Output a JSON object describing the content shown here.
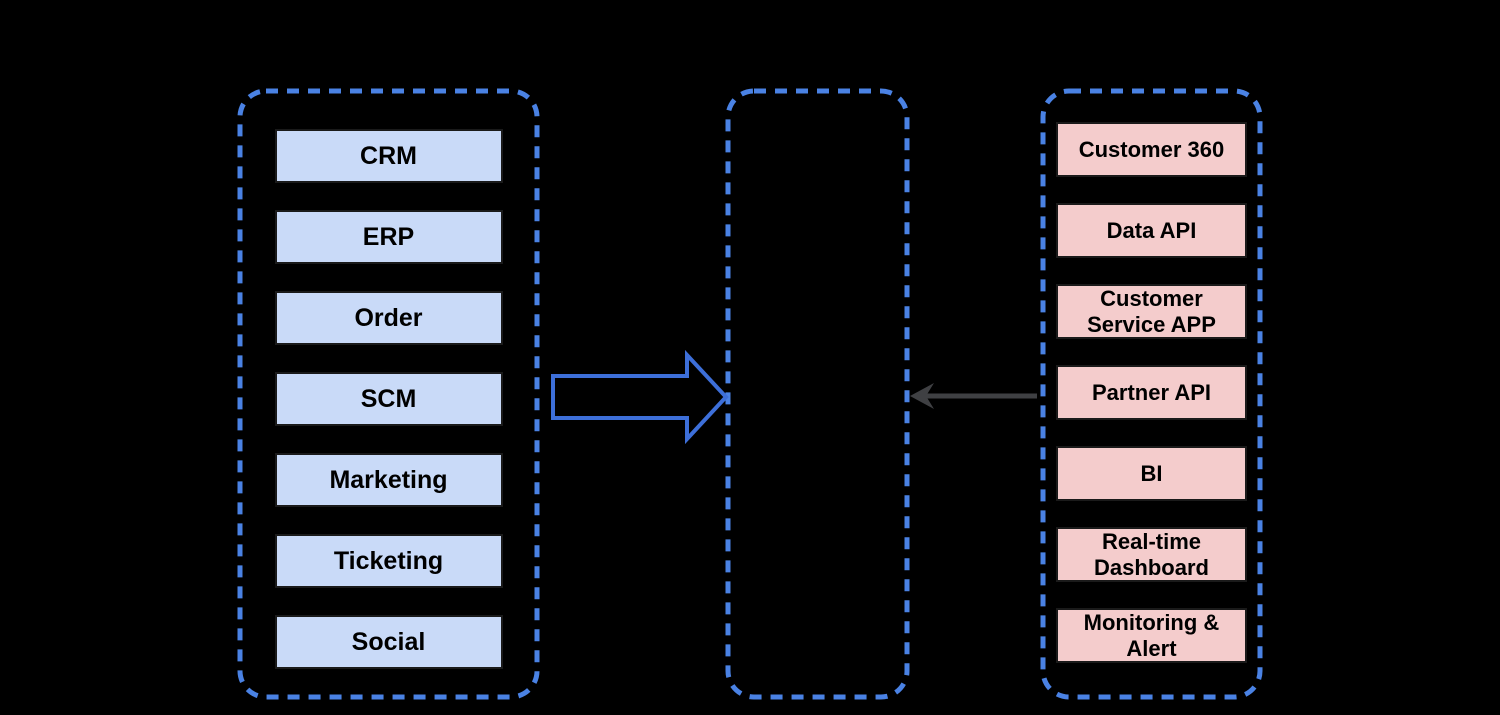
{
  "diagram": {
    "background_color": "#000000",
    "container_border_color": "#4a82e4",
    "left_panel": {
      "title": "",
      "box_fill": "#c9daf8",
      "box_border": "#1a1a1a",
      "boxes": [
        {
          "label": "CRM"
        },
        {
          "label": "ERP"
        },
        {
          "label": "Order"
        },
        {
          "label": "SCM"
        },
        {
          "label": "Marketing"
        },
        {
          "label": "Ticketing"
        },
        {
          "label": "Social"
        }
      ]
    },
    "middle_panel": {
      "title": "",
      "boxes": []
    },
    "right_panel": {
      "title": "",
      "box_fill": "#f4cccc",
      "box_border": "#1a1a1a",
      "boxes": [
        {
          "label": "Customer 360"
        },
        {
          "label": "Data API"
        },
        {
          "label": "Customer\nService APP"
        },
        {
          "label": "Partner API"
        },
        {
          "label": "BI"
        },
        {
          "label": "Real-time\nDashboard"
        },
        {
          "label": "Monitoring &\nAlert"
        }
      ]
    },
    "arrows": [
      {
        "id": "sources-to-platform",
        "style": "hollow-block",
        "direction": "right",
        "color": "#3d6fd9"
      },
      {
        "id": "consumers-to-platform",
        "style": "solid-line",
        "direction": "left",
        "color": "#3f4043"
      }
    ]
  }
}
